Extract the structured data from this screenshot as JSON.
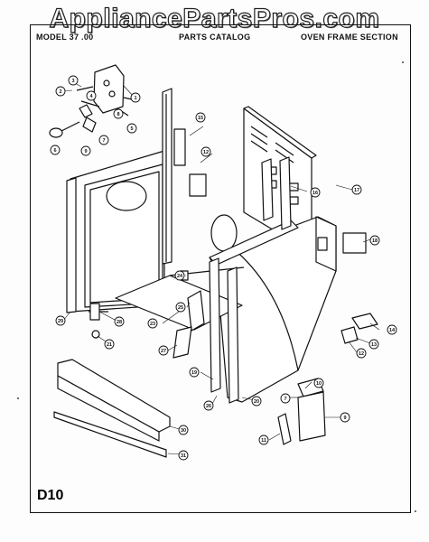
{
  "watermark": "AppliancePartsPros.com",
  "header": {
    "model": "MODEL 37 .00",
    "catalog": "PARTS CATALOG",
    "section": "OVEN FRAME SECTION"
  },
  "page_code": "D10",
  "callouts": [
    "1",
    "2",
    "3",
    "4",
    "5",
    "6",
    "7",
    "8",
    "9",
    "10",
    "11",
    "12",
    "13",
    "14",
    "15",
    "16",
    "17",
    "18",
    "19",
    "20",
    "21",
    "22",
    "23",
    "24",
    "25",
    "26",
    "27",
    "28",
    "29",
    "30",
    "31"
  ]
}
